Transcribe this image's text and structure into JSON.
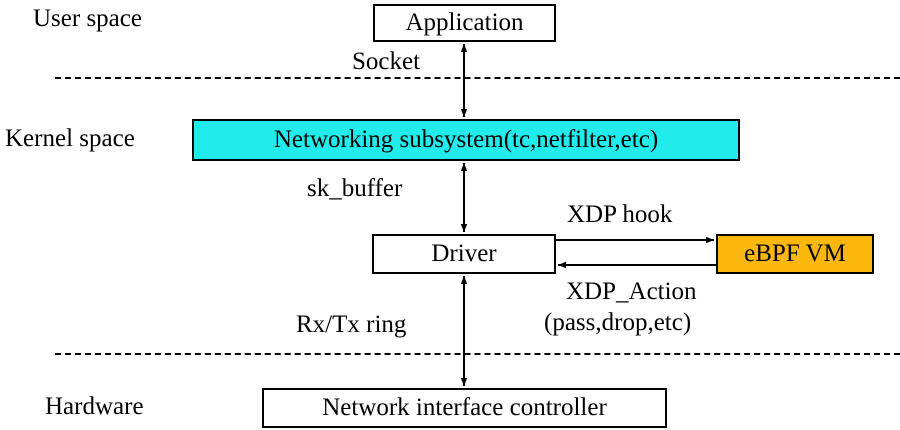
{
  "layers": {
    "user_space": "User space",
    "kernel_space": "Kernel space",
    "hardware": "Hardware"
  },
  "boxes": {
    "application": "Application",
    "networking_subsystem": "Networking subsystem(tc,netfilter,etc)",
    "driver": "Driver",
    "ebpf_vm": "eBPF VM",
    "nic": "Network interface controller"
  },
  "links": {
    "socket": "Socket",
    "sk_buffer": "sk_buffer",
    "xdp_hook": "XDP hook",
    "xdp_action_line1": "XDP_Action",
    "xdp_action_line2": "(pass,drop,etc)",
    "rx_tx_ring": "Rx/Tx ring"
  },
  "colors": {
    "networking_subsystem_fill": "#22ebeb",
    "ebpf_vm_fill": "#fbb70c"
  }
}
